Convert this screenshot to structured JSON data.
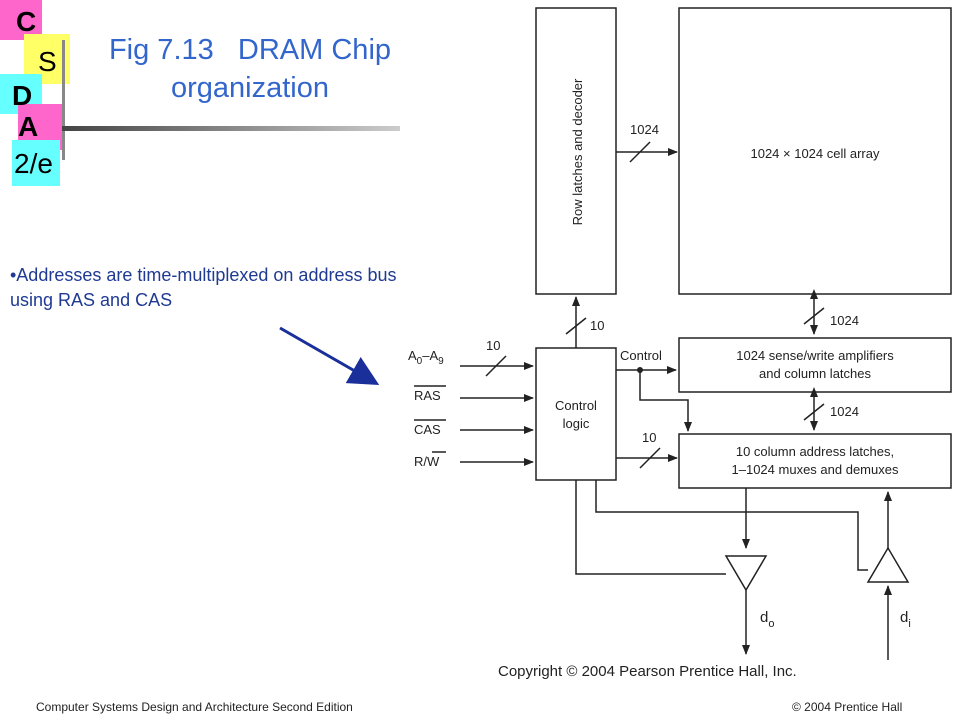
{
  "logo": {
    "letters": [
      "C",
      "S",
      "D",
      "A",
      "2/e"
    ],
    "colors": {
      "pink": "#ff66cc",
      "yellow": "#ffff66",
      "cyan": "#66ffff",
      "gray": "#888888"
    }
  },
  "slide": {
    "title_line1": "Fig 7.13   DRAM Chip",
    "title_line2": "organization",
    "title_color": "#3366cc",
    "bullet": "•Addresses are time-multiplexed on address bus using RAS and CAS",
    "bullet_color": "#1f3a93",
    "arrow_color": "#1a2f99"
  },
  "diagram": {
    "row_block": "Row latches and decoder",
    "cell_array": "1024 × 1024 cell array",
    "bus_1024_a": "1024",
    "bus_1024_b": "1024",
    "bus_1024_c": "1024",
    "bus_10_a": "10",
    "bus_10_b": "10",
    "bus_10_c": "10",
    "control_label": "Control",
    "control_logic_1": "Control",
    "control_logic_2": "logic",
    "sense_1": "1024 sense/write amplifiers",
    "sense_2": "and column latches",
    "col_1": "10 column address latches,",
    "col_2": "1–1024 muxes and demuxes",
    "addr_A": "A",
    "addr_0": "0",
    "addr_dash": "–A",
    "addr_9": "9",
    "ras": "RAS",
    "cas": "CAS",
    "rw_r": "R/",
    "rw_w": "W",
    "dout_d": "d",
    "dout_o": "o",
    "din_d": "d",
    "din_i": "i",
    "copyright": "Copyright © 2004 Pearson Prentice Hall, Inc."
  },
  "footer": {
    "left": "Computer Systems Design and Architecture Second Edition",
    "right": "© 2004 Prentice Hall"
  }
}
